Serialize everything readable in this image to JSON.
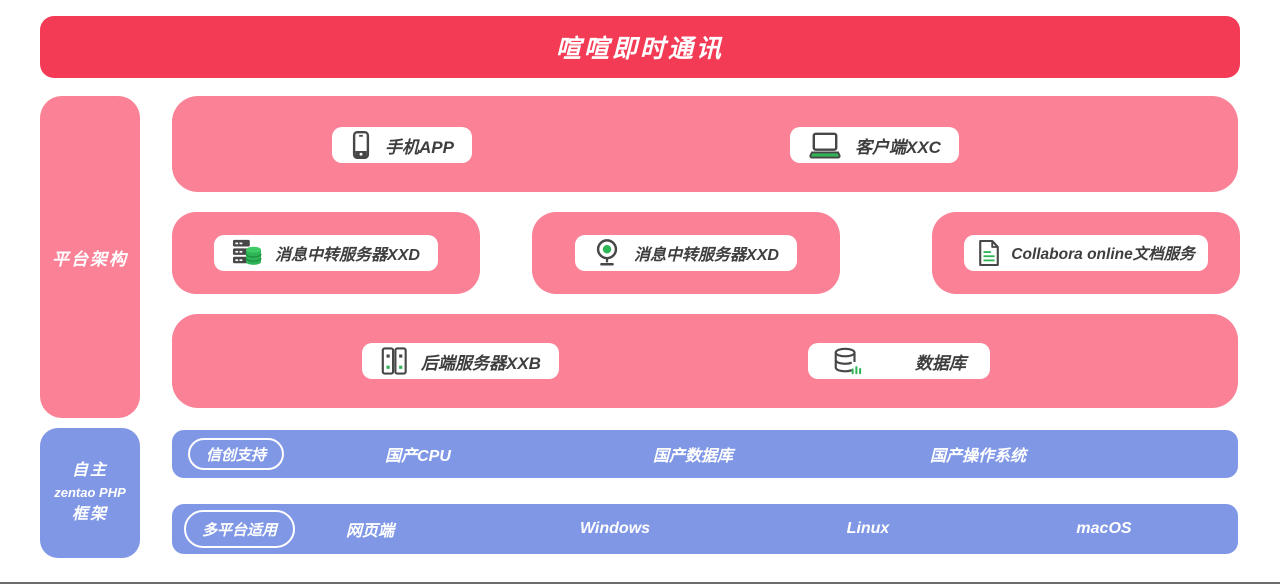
{
  "banner": {
    "title": "喧喧即时通讯"
  },
  "sidebar": {
    "platform": {
      "label": "平台架构"
    },
    "framework": {
      "lines": [
        "自主",
        "zentao PHP",
        "框架"
      ]
    }
  },
  "rows": {
    "clients": {
      "items": [
        {
          "icon": "phone-icon",
          "label": "手机APP"
        },
        {
          "icon": "laptop-icon",
          "label": "客户端XXC"
        }
      ]
    },
    "middle": {
      "items": [
        {
          "icon": "server-stack-icon",
          "label": "消息中转服务器XXD"
        },
        {
          "icon": "webcam-icon",
          "label": "消息中转服务器XXD"
        },
        {
          "icon": "document-icon",
          "label": "Collabora online文档服务"
        }
      ]
    },
    "backend": {
      "items": [
        {
          "icon": "server-towers-icon",
          "label": "后端服务器XXB"
        },
        {
          "icon": "database-icon",
          "label": "数据库"
        }
      ]
    },
    "xinchuang": {
      "badge": "信创支持",
      "items": [
        "国产CPU",
        "国产数据库",
        "国产操作系统"
      ]
    },
    "platforms": {
      "badge": "多平台适用",
      "items": [
        "网页端",
        "Windows",
        "Linux",
        "macOS"
      ]
    }
  },
  "colors": {
    "red": "#F43B55",
    "pink": "#FA8196",
    "blue": "#8097E6",
    "green": "#2FB457",
    "icon_dark": "#474747"
  }
}
